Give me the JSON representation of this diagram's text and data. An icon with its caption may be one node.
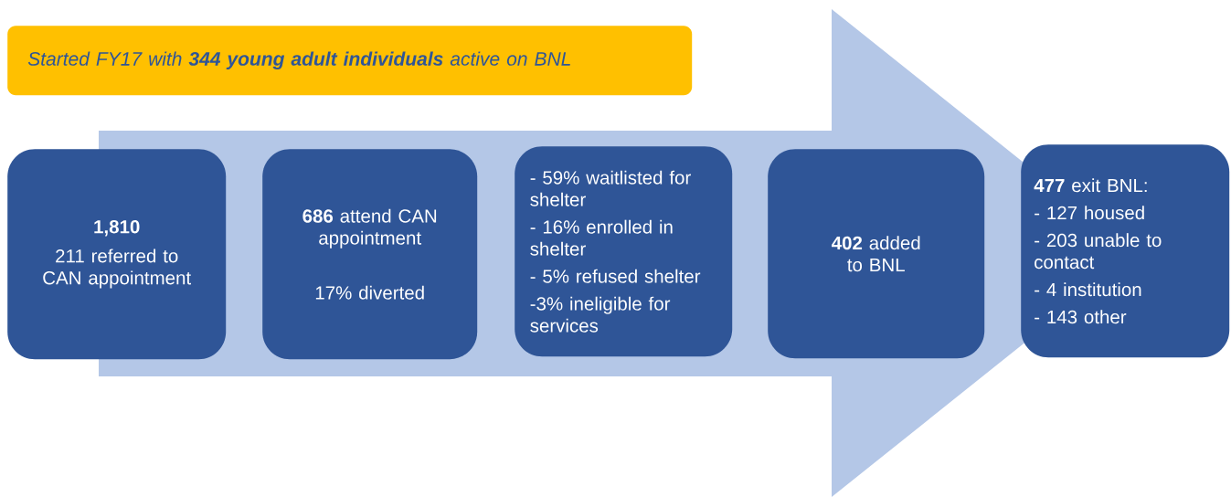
{
  "diagram": {
    "nodes": [
      {
        "text": [
          "Started FY17 with **344 young adult individuals** active on BNL"
        ]
      },
      {
        "text": [
          "1,810",
          "211 referred to CAN appointment"
        ]
      },
      {
        "text": [
          "**686** attend CAN appointment",
          "17% diverted"
        ]
      },
      {
        "text": [
          "- 59% waitlisted for shelter",
          "- 16% enrolled in shelter",
          "- 5% refused shelter",
          "-3% ineligible for services"
        ]
      },
      {
        "text": [
          "**402** added to BNL"
        ]
      },
      {
        "text": [
          "**477** exit BNL:",
          "- 127 housed",
          "- 203 unable to contact",
          "- 4 institution",
          "- 143 other"
        ]
      }
    ],
    "edges": [
      {
        "from": 1,
        "to": 5,
        "arrow": "to"
      }
    ]
  }
}
